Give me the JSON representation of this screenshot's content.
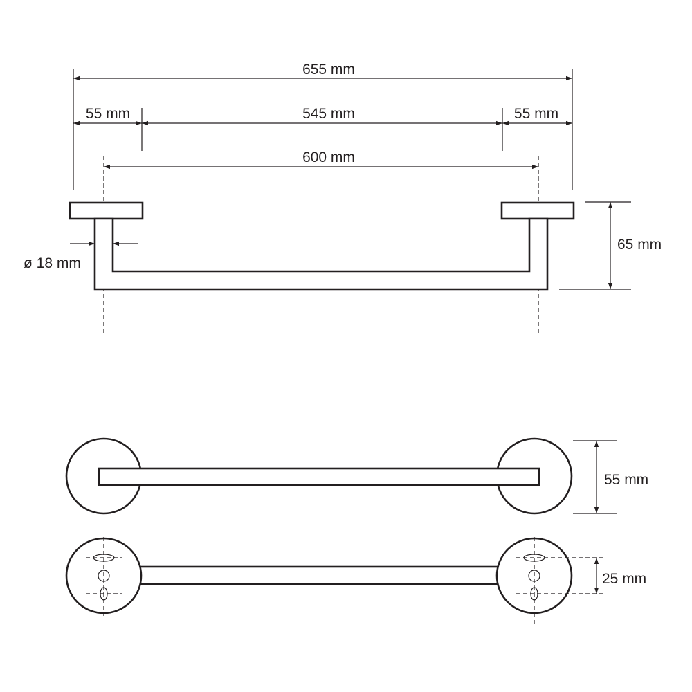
{
  "colors": {
    "line": "#231f20",
    "background": "#ffffff"
  },
  "dimensions": {
    "overall_width": "655 mm",
    "left_rosette": "55 mm",
    "inner_span": "545 mm",
    "right_rosette": "55 mm",
    "center_distance": "600 mm",
    "projection": "65 mm",
    "tube_diameter": "ø 18 mm",
    "rosette_diameter": "55 mm",
    "hole_spacing": "25 mm"
  }
}
